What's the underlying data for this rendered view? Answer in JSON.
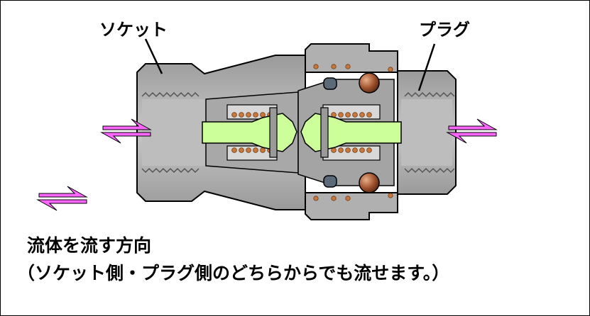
{
  "labels": {
    "socket": "ソケット",
    "plug": "プラグ"
  },
  "caption": {
    "line1": "流体を流す方向",
    "line2": "（ソケット側・プラグ側のどちらからでも流せます。）"
  },
  "colors": {
    "body": "#b4b4b4",
    "body_dark": "#8c8c8c",
    "outline": "#000000",
    "valve": "#ccff99",
    "ball": "#a0522d",
    "spring": "#c8783c",
    "seal": "#5a6a78",
    "arrow": "#ff66ff"
  }
}
